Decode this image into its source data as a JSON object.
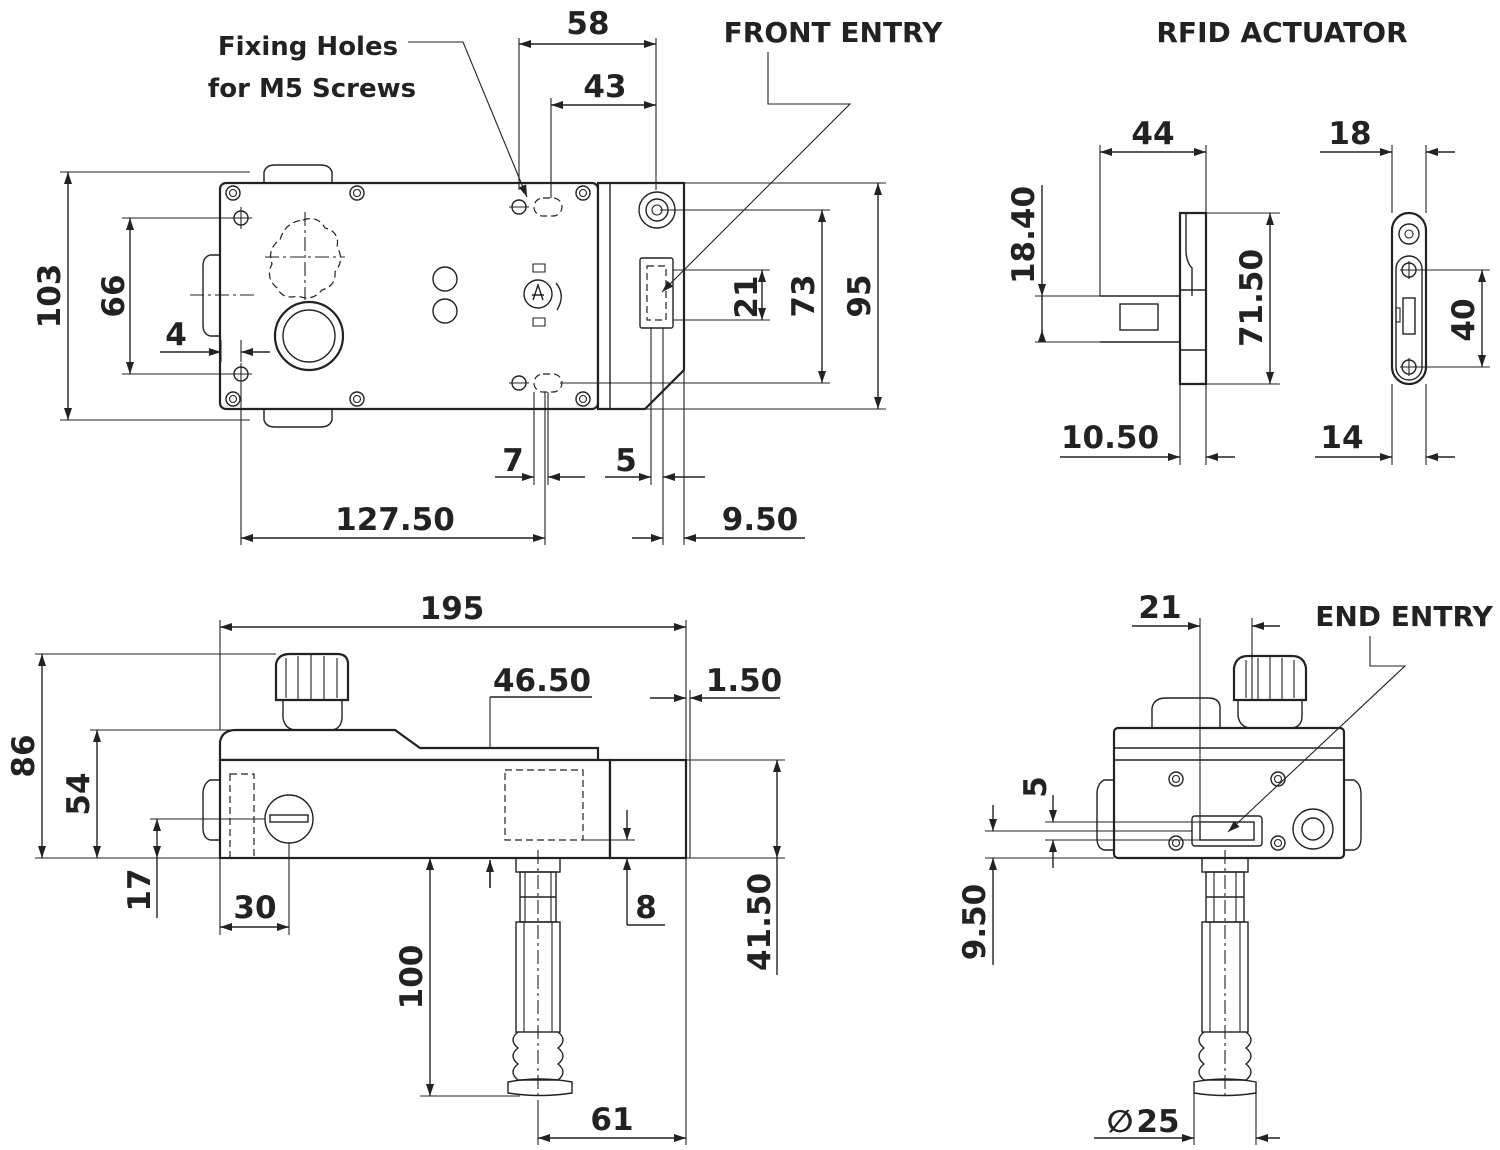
{
  "labels": {
    "fixing_holes_line1": "Fixing Holes",
    "fixing_holes_line2": "for M5 Screws",
    "front_entry": "FRONT ENTRY",
    "rfid_actuator": "RFID ACTUATOR",
    "end_entry": "END ENTRY"
  },
  "front_view": {
    "dims": {
      "d58": "58",
      "d43": "43",
      "d103": "103",
      "d66": "66",
      "d4": "4",
      "d21": "21",
      "d73": "73",
      "d95": "95",
      "d7": "7",
      "d5": "5",
      "d127_50": "127.50",
      "d9_50": "9.50"
    }
  },
  "actuator_view": {
    "dims": {
      "d44": "44",
      "d18": "18",
      "d18_40": "18.40",
      "d71_50": "71.50",
      "d40": "40",
      "d10_50": "10.50",
      "d14": "14"
    }
  },
  "side_view": {
    "dims": {
      "d195": "195",
      "d46_50": "46.50",
      "d1_50": "1.50",
      "d86": "86",
      "d54": "54",
      "d17": "17",
      "d30": "30",
      "d8": "8",
      "d41_50": "41.50",
      "d100": "100",
      "d61": "61"
    }
  },
  "end_view": {
    "dims": {
      "d21": "21",
      "d5": "5",
      "d9_50": "9.50",
      "d25": "25"
    },
    "diameter_symbol": "∅"
  }
}
